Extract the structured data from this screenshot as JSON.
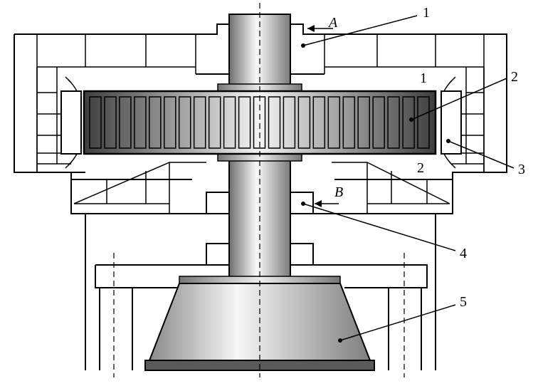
{
  "labels": {
    "l1": "1",
    "l2": "2",
    "l3": "3",
    "l4": "4",
    "l5": "5",
    "r1": "1",
    "r2": "2",
    "a": "A",
    "b": "B"
  },
  "colors": {
    "line": "#000000",
    "rotor_dark": "#4a4a4a",
    "rotor_light": "#f2f2f2",
    "shaft_dark": "#6e6e6e",
    "shaft_light": "#fafafa"
  }
}
